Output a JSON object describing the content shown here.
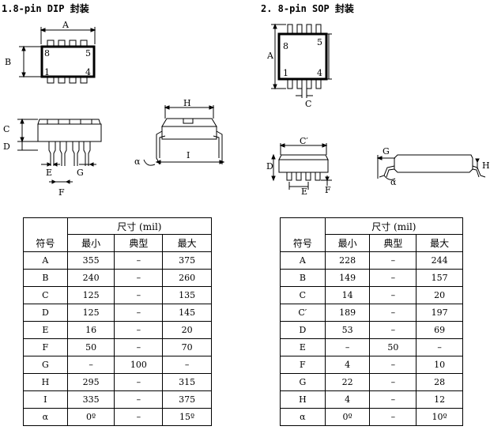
{
  "dip": {
    "title": "1.8-pin DIP 封装",
    "labels": {
      "a": "A",
      "b": "B",
      "c": "C",
      "d": "D",
      "e": "E",
      "f": "F",
      "g": "G",
      "h": "H",
      "i": "I",
      "alpha": "α",
      "pin8": "8",
      "pin5": "5",
      "pin1": "1",
      "pin4": "4"
    },
    "table": {
      "group_header": "尺寸 (mil)",
      "symbol_header": "符号",
      "sub_headers": [
        "最小",
        "典型",
        "最大"
      ],
      "rows": [
        {
          "sym": "A",
          "min": "355",
          "typ": "–",
          "max": "375"
        },
        {
          "sym": "B",
          "min": "240",
          "typ": "–",
          "max": "260"
        },
        {
          "sym": "C",
          "min": "125",
          "typ": "–",
          "max": "135"
        },
        {
          "sym": "D",
          "min": "125",
          "typ": "–",
          "max": "145"
        },
        {
          "sym": "E",
          "min": "16",
          "typ": "–",
          "max": "20"
        },
        {
          "sym": "F",
          "min": "50",
          "typ": "–",
          "max": "70"
        },
        {
          "sym": "G",
          "min": "–",
          "typ": "100",
          "max": "–"
        },
        {
          "sym": "H",
          "min": "295",
          "typ": "–",
          "max": "315"
        },
        {
          "sym": "I",
          "min": "335",
          "typ": "–",
          "max": "375"
        },
        {
          "sym": "α",
          "min": "0º",
          "typ": "–",
          "max": "15º"
        }
      ]
    }
  },
  "sop": {
    "title": "2.  8-pin SOP 封装",
    "labels": {
      "a": "A",
      "c": "C",
      "c_prime": "C′",
      "d": "D",
      "e": "E",
      "f": "F",
      "g": "G",
      "h": "H",
      "alpha": "α",
      "pin8": "8",
      "pin5": "5",
      "pin1": "1",
      "pin4": "4"
    },
    "table": {
      "group_header": "尺寸 (mil)",
      "symbol_header": "符号",
      "sub_headers": [
        "最小",
        "典型",
        "最大"
      ],
      "rows": [
        {
          "sym": "A",
          "min": "228",
          "typ": "–",
          "max": "244"
        },
        {
          "sym": "B",
          "min": "149",
          "typ": "–",
          "max": "157"
        },
        {
          "sym": "C",
          "min": "14",
          "typ": "–",
          "max": "20"
        },
        {
          "sym": "C′",
          "min": "189",
          "typ": "–",
          "max": "197"
        },
        {
          "sym": "D",
          "min": "53",
          "typ": "–",
          "max": "69"
        },
        {
          "sym": "E",
          "min": "–",
          "typ": "50",
          "max": "–"
        },
        {
          "sym": "F",
          "min": "4",
          "typ": "–",
          "max": "10"
        },
        {
          "sym": "G",
          "min": "22",
          "typ": "–",
          "max": "28"
        },
        {
          "sym": "H",
          "min": "4",
          "typ": "–",
          "max": "12"
        },
        {
          "sym": "α",
          "min": "0º",
          "typ": "–",
          "max": "10º"
        }
      ]
    }
  }
}
